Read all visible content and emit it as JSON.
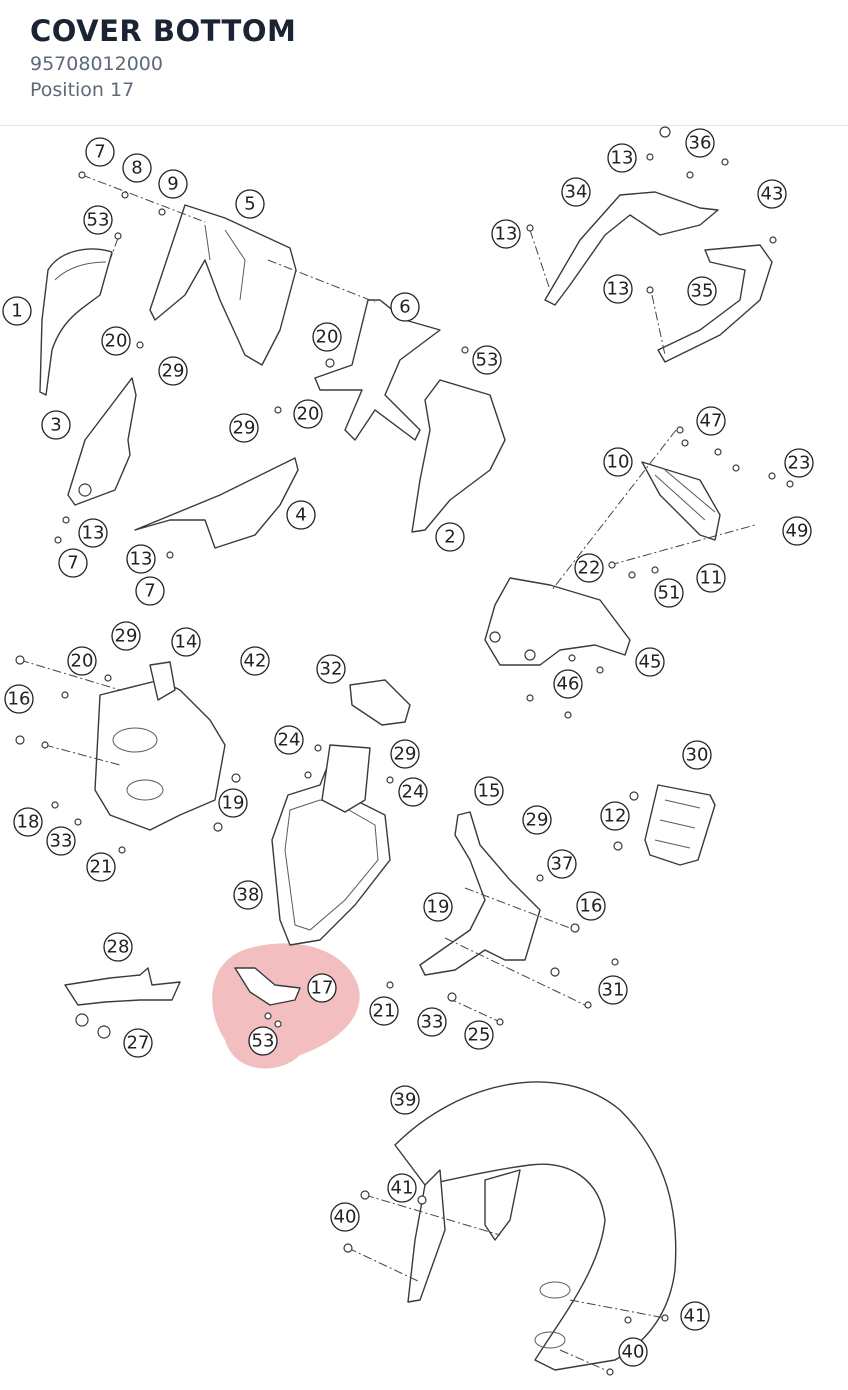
{
  "header": {
    "title": "COVER BOTTOM",
    "part_number": "95708012000",
    "position_label": "Position 17"
  },
  "highlight": {
    "callouts": [
      "17",
      "53"
    ],
    "color": "#e8888a"
  },
  "callouts": [
    {
      "id": "c01",
      "label": "7"
    },
    {
      "id": "c02",
      "label": "8"
    },
    {
      "id": "c03",
      "label": "9"
    },
    {
      "id": "c04",
      "label": "5"
    },
    {
      "id": "c05",
      "label": "53"
    },
    {
      "id": "c06",
      "label": "1"
    },
    {
      "id": "c07",
      "label": "20"
    },
    {
      "id": "c08",
      "label": "29"
    },
    {
      "id": "c09",
      "label": "3"
    },
    {
      "id": "c10",
      "label": "13"
    },
    {
      "id": "c11",
      "label": "7"
    },
    {
      "id": "c12",
      "label": "13"
    },
    {
      "id": "c13",
      "label": "7"
    },
    {
      "id": "c14",
      "label": "29"
    },
    {
      "id": "c15",
      "label": "20"
    },
    {
      "id": "c16",
      "label": "4"
    },
    {
      "id": "c17",
      "label": "6"
    },
    {
      "id": "c18",
      "label": "20"
    },
    {
      "id": "c19",
      "label": "53"
    },
    {
      "id": "c20",
      "label": "2"
    },
    {
      "id": "c21",
      "label": "13"
    },
    {
      "id": "c22",
      "label": "36"
    },
    {
      "id": "c23",
      "label": "34"
    },
    {
      "id": "c24",
      "label": "43"
    },
    {
      "id": "c25",
      "label": "13"
    },
    {
      "id": "c26",
      "label": "13"
    },
    {
      "id": "c27",
      "label": "35"
    },
    {
      "id": "c28",
      "label": "47"
    },
    {
      "id": "c29",
      "label": "10"
    },
    {
      "id": "c30",
      "label": "23"
    },
    {
      "id": "c31",
      "label": "49"
    },
    {
      "id": "c32",
      "label": "22"
    },
    {
      "id": "c33",
      "label": "11"
    },
    {
      "id": "c34",
      "label": "51"
    },
    {
      "id": "c35",
      "label": "45"
    },
    {
      "id": "c36",
      "label": "46"
    },
    {
      "id": "c37",
      "label": "29"
    },
    {
      "id": "c38",
      "label": "14"
    },
    {
      "id": "c39",
      "label": "20"
    },
    {
      "id": "c40",
      "label": "42"
    },
    {
      "id": "c41",
      "label": "16"
    },
    {
      "id": "c42",
      "label": "32"
    },
    {
      "id": "c43",
      "label": "24"
    },
    {
      "id": "c44",
      "label": "29"
    },
    {
      "id": "c45",
      "label": "24"
    },
    {
      "id": "c46",
      "label": "19"
    },
    {
      "id": "c47",
      "label": "18"
    },
    {
      "id": "c48",
      "label": "33"
    },
    {
      "id": "c49",
      "label": "21"
    },
    {
      "id": "c50",
      "label": "30"
    },
    {
      "id": "c51",
      "label": "12"
    },
    {
      "id": "c52",
      "label": "15"
    },
    {
      "id": "c53",
      "label": "29"
    },
    {
      "id": "c54",
      "label": "37"
    },
    {
      "id": "c55",
      "label": "38"
    },
    {
      "id": "c56",
      "label": "19"
    },
    {
      "id": "c57",
      "label": "16"
    },
    {
      "id": "c58",
      "label": "28"
    },
    {
      "id": "c59",
      "label": "17"
    },
    {
      "id": "c60",
      "label": "21"
    },
    {
      "id": "c61",
      "label": "33"
    },
    {
      "id": "c62",
      "label": "31"
    },
    {
      "id": "c63",
      "label": "53"
    },
    {
      "id": "c64",
      "label": "27"
    },
    {
      "id": "c65",
      "label": "25"
    },
    {
      "id": "c66",
      "label": "39"
    },
    {
      "id": "c67",
      "label": "41"
    },
    {
      "id": "c68",
      "label": "40"
    },
    {
      "id": "c69",
      "label": "41"
    },
    {
      "id": "c70",
      "label": "40"
    }
  ]
}
